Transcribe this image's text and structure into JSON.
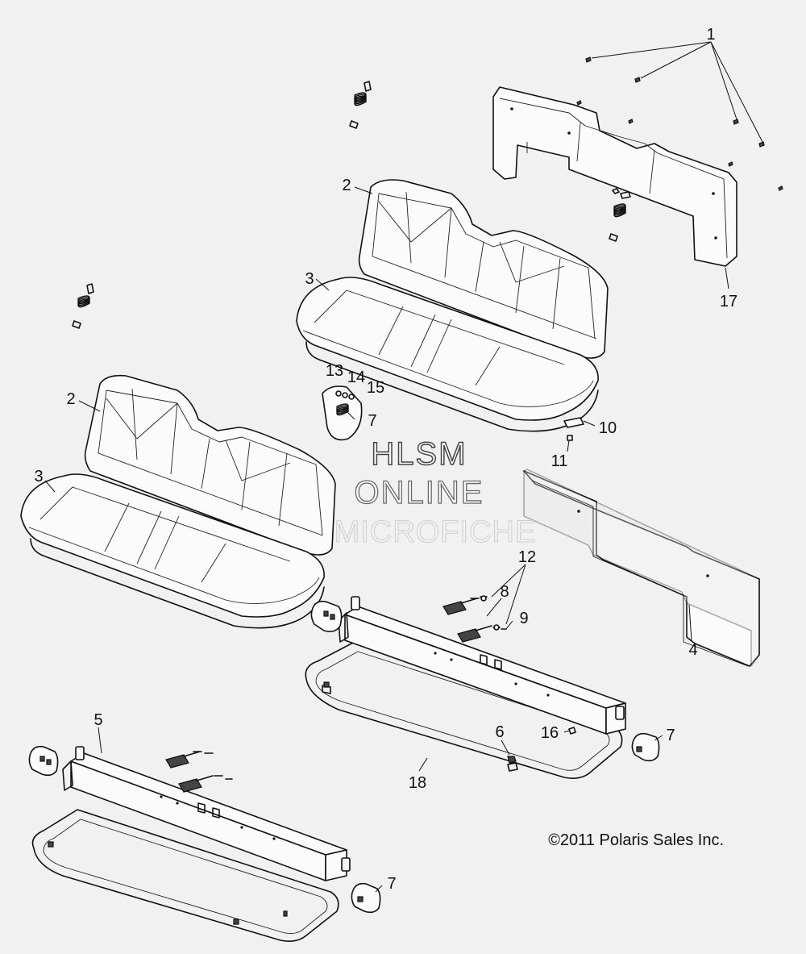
{
  "callouts": {
    "c1": "1",
    "c2a": "2",
    "c2b": "2",
    "c3a": "3",
    "c3b": "3",
    "c4": "4",
    "c5": "5",
    "c6": "6",
    "c7a": "7",
    "c7b": "7",
    "c7c": "7",
    "c8": "8",
    "c9": "9",
    "c10": "10",
    "c11": "11",
    "c12": "12",
    "c13": "13",
    "c14": "14",
    "c15": "15",
    "c16": "16",
    "c17": "17",
    "c18": "18"
  },
  "watermark": {
    "line1": "HLSM",
    "line2": "ONLINE",
    "line3": "MICROFICHE"
  },
  "copyright": "©2011 Polaris Sales Inc."
}
